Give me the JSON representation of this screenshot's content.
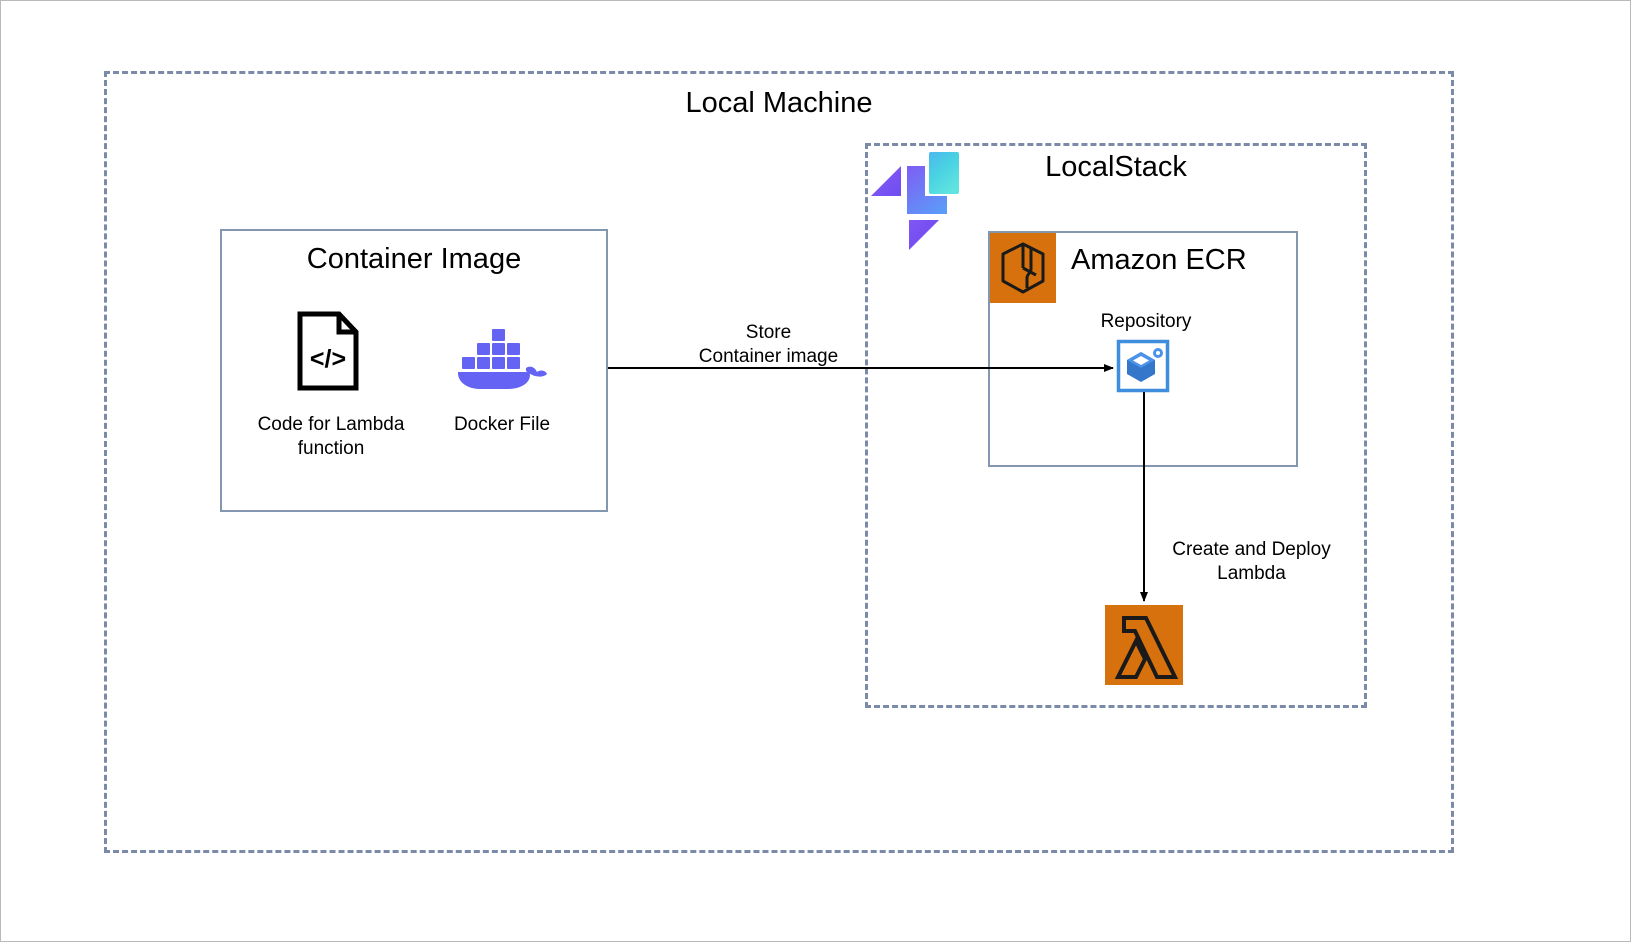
{
  "diagram": {
    "type": "architecture-diagram",
    "background": "#ffffff",
    "boundaries": [
      {
        "name": "local-machine",
        "label": "Local Machine",
        "style": "dashed",
        "color": "#7b8aa8"
      },
      {
        "name": "localstack",
        "label": "LocalStack",
        "style": "dashed",
        "color": "#7b8aa8"
      }
    ],
    "containers": [
      {
        "name": "container-image",
        "label": "Container Image",
        "style": "solid",
        "color": "#8497b0"
      },
      {
        "name": "amazon-ecr",
        "label": "Amazon ECR",
        "style": "solid",
        "color": "#8497b0"
      }
    ],
    "nodes": [
      {
        "name": "code-file",
        "icon": "code-file-icon",
        "label": "Code for Lambda\nfunction",
        "color": "#000000"
      },
      {
        "name": "docker-file",
        "icon": "docker-whale-icon",
        "label": "Docker File",
        "color": "#6563f4"
      },
      {
        "name": "repository",
        "icon": "repository-cube-icon",
        "label": "Repository",
        "color": "#2f7ed8"
      },
      {
        "name": "lambda",
        "icon": "aws-lambda-icon",
        "label": "",
        "color": "#d6710d"
      },
      {
        "name": "ecr-service",
        "icon": "amazon-ecr-icon",
        "label": "",
        "color": "#d6710d"
      },
      {
        "name": "localstack-logo",
        "icon": "localstack-logo-icon",
        "label": "",
        "color": "#7b5cf0"
      }
    ],
    "arrows": [
      {
        "name": "store-container-image",
        "label": "Store\nContainer image",
        "from": "container-image",
        "to": "repository",
        "direction": "right",
        "color": "#000000"
      },
      {
        "name": "create-deploy-lambda",
        "label": "Create and Deploy\nLambda",
        "from": "repository",
        "to": "lambda",
        "direction": "down",
        "color": "#000000"
      }
    ],
    "colors": {
      "aws_orange": "#d6710d",
      "ecr_blue": "#3f8ede",
      "docker_blue": "#6563f4",
      "boundary_gray": "#7b8aa8",
      "box_gray": "#8497b0",
      "localstack_purple": "#7b5cf0",
      "localstack_cyan": "#4fdfe0",
      "localstack_blue": "#5b8cf7"
    }
  }
}
